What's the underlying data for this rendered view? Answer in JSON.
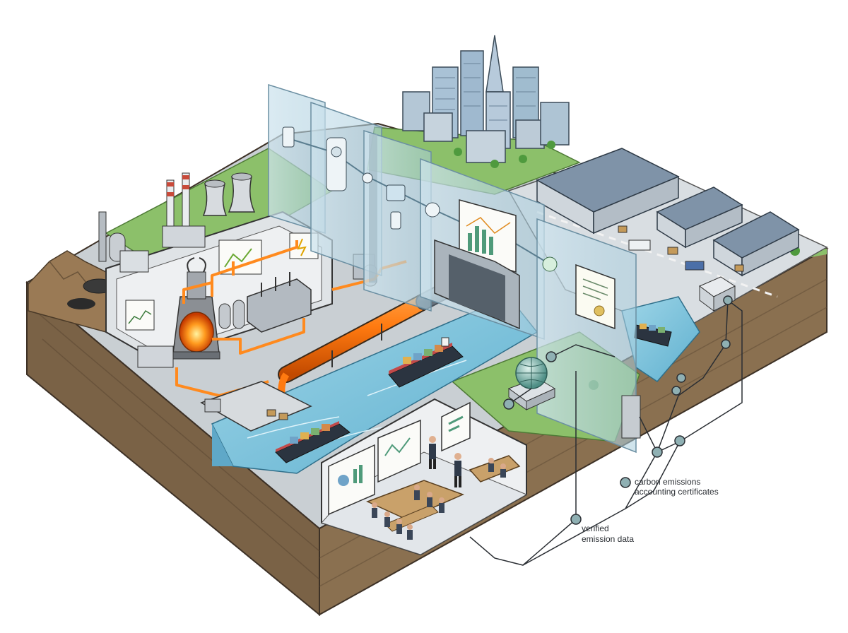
{
  "annotations": {
    "certificates": {
      "line1": "carbon emissions",
      "line2": "accounting certificates"
    },
    "verified": {
      "line1": "verified",
      "line2": "emission data"
    }
  },
  "colors": {
    "soil": "#7a6246",
    "soil_dark": "#5e4a34",
    "grass": "#8cc06a",
    "water": "#7fc4dd",
    "glass": "#bcd8e6",
    "pipe_hot": "#ff8a1e",
    "building": "#a9b6c2",
    "node": "#8fb0b3"
  },
  "icons": [
    "blast-furnace-icon",
    "cooling-tower-icon",
    "smokestack-icon",
    "pipeline-icon",
    "cargo-ship-icon",
    "warehouse-icon",
    "truck-icon",
    "skyscraper-icon",
    "globe-icon",
    "certificate-icon",
    "chart-screen-icon",
    "sensor-icon",
    "presenter-icon"
  ]
}
